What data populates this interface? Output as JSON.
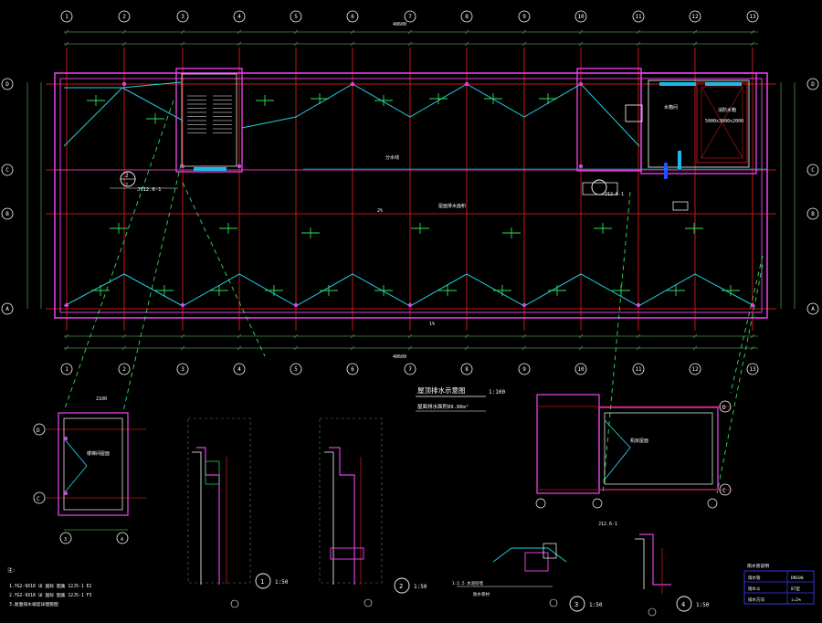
{
  "title": {
    "name": "屋顶排水示意图",
    "scale": "1:100",
    "area_label": "屋面排水面积",
    "area_value": "89.86m²"
  },
  "plan": {
    "axes_top": [
      "1",
      "2",
      "3",
      "4",
      "5",
      "6",
      "7",
      "8",
      "9",
      "10",
      "11",
      "12",
      "13"
    ],
    "axes_side": [
      "D",
      "C",
      "B",
      "A"
    ],
    "overall_dim": "48600",
    "callout_ref": "2",
    "callout_sheet": "JS12.6-1",
    "callout_sheet2": "J12.6-1",
    "label_center_slope": "2%",
    "label_roof_area": "屋面排水面积",
    "label_water_room": "水箱间",
    "label_tank": "消防水箱",
    "label_tank_size": "5000x3000x2000",
    "label_division": "分水线",
    "label_gutter": "1%"
  },
  "detail_plan": {
    "label": "楼梯间屋面",
    "top_dim": "2100"
  },
  "detail_plan2": {
    "label": "机房屋面"
  },
  "sections": {
    "s1_scale": "1:50",
    "s2_scale": "1:50",
    "s3_scale": "1:50",
    "s4_scale": "1:50",
    "s3_note1": "1:2.5 水泥砂浆",
    "s3_note2": "防水卷材",
    "s4_ref": "J12.6-1"
  },
  "notes": {
    "heading": "注:",
    "lines": [
      "1.YG2-9X18 详 国标 图集 12J5-1 E2",
      "2.YG2-9X18 详 国标 图集 12J5-1 F3",
      "3.屋面排水坡度详建施图"
    ]
  },
  "legend": {
    "title": "雨水管说明",
    "rows": [
      {
        "name": "雨水管",
        "value": "DN100"
      },
      {
        "name": "雨水斗",
        "value": "87型"
      },
      {
        "name": "排水方向",
        "value": "i=2%"
      }
    ]
  },
  "colors": {
    "background": "#000000",
    "grid": "#c01818",
    "parapet": "#e040e0",
    "ridge": "#1fd0e0",
    "slope": "#2ee05a",
    "dimension": "#4d8f4d"
  }
}
